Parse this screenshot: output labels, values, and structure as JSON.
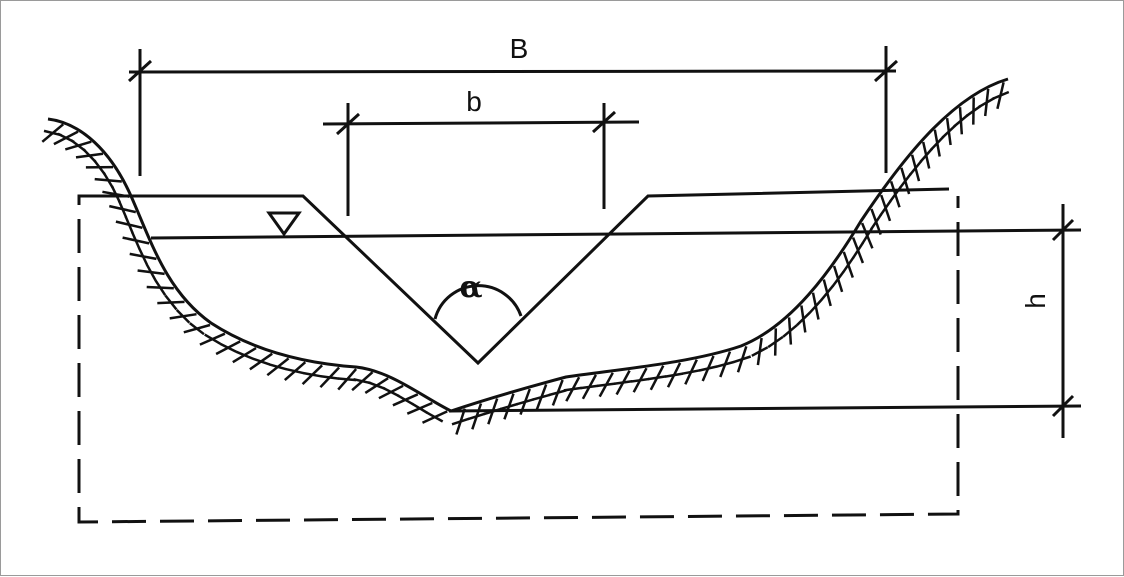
{
  "labels": {
    "top_width": "B",
    "bottom_width": "b",
    "depth": "h",
    "angle": "α",
    "water_level": "▽"
  },
  "colors": {
    "stroke": "#111111",
    "background": "#ffffff",
    "border": "#9a9a9a"
  }
}
